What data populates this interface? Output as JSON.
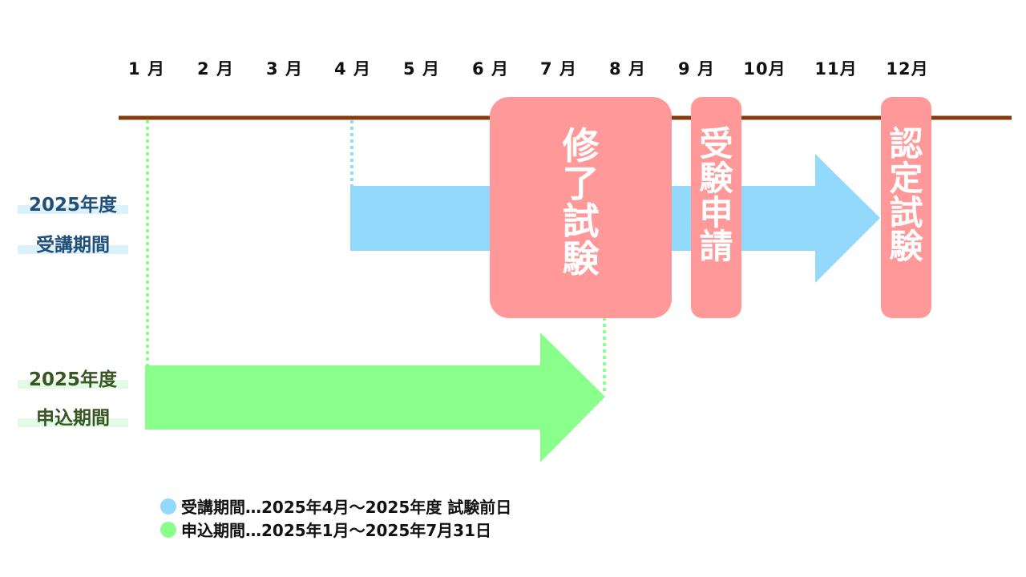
{
  "months": [
    "1 月",
    "2 月",
    "3 月",
    "4 月",
    "5 月",
    "6 月",
    "7 月",
    "8 月",
    "9 月",
    "10月",
    "11月",
    "12月"
  ],
  "periods": {
    "course": {
      "line1": "2025年度",
      "line2": "受講期間",
      "color": "#92d9fb",
      "label_color": "#1f4e79"
    },
    "application": {
      "line1": "2025年度",
      "line2": "申込期間",
      "color": "#8bff8b",
      "label_color": "#375623"
    }
  },
  "milestones": [
    {
      "id": "completion-exam",
      "label": "修了試験"
    },
    {
      "id": "exam-application",
      "label": "受験申請"
    },
    {
      "id": "certification-exam",
      "label": "認定試験"
    }
  ],
  "legend": [
    {
      "text": "受講期間…2025年4月～2025年度 試験前日",
      "color": "#92d9fb"
    },
    {
      "text": "申込期間…2025年1月～2025年7月31日",
      "color": "#8bff8b"
    }
  ],
  "colors": {
    "timeline": "#843c0c",
    "milestone": "#ff9999"
  }
}
